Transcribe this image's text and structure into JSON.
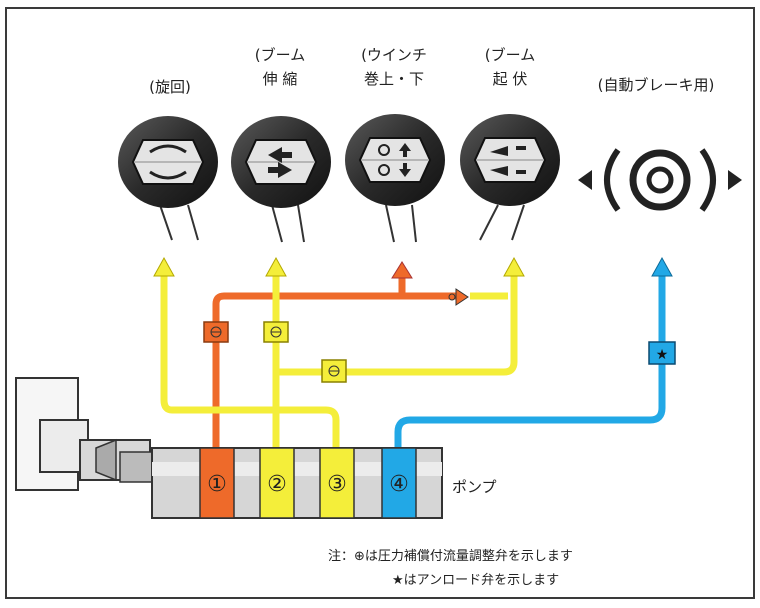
{
  "controls": [
    {
      "line1": "",
      "line2": "(旋回)"
    },
    {
      "line1": "(ブーム",
      "line2": "伸 縮"
    },
    {
      "line1": "(ウインチ",
      "line2": "巻上・下"
    },
    {
      "line1": "(ブーム",
      "line2": "起 伏"
    }
  ],
  "brake_label": "(自動ブレーキ用)",
  "pump": {
    "label": "ポンプ",
    "sections": [
      "①",
      "②",
      "③",
      "④"
    ]
  },
  "notes": {
    "line1": "注：⊕は圧力補償付流量調整弁を示します",
    "line2": "★はアンロード弁を示します"
  },
  "colors": {
    "orange": "#ee6a2a",
    "yellow": "#f4ee3a",
    "blue": "#22a8e6",
    "frame": "#3a3a3a",
    "knob": "#2b2b2b"
  }
}
